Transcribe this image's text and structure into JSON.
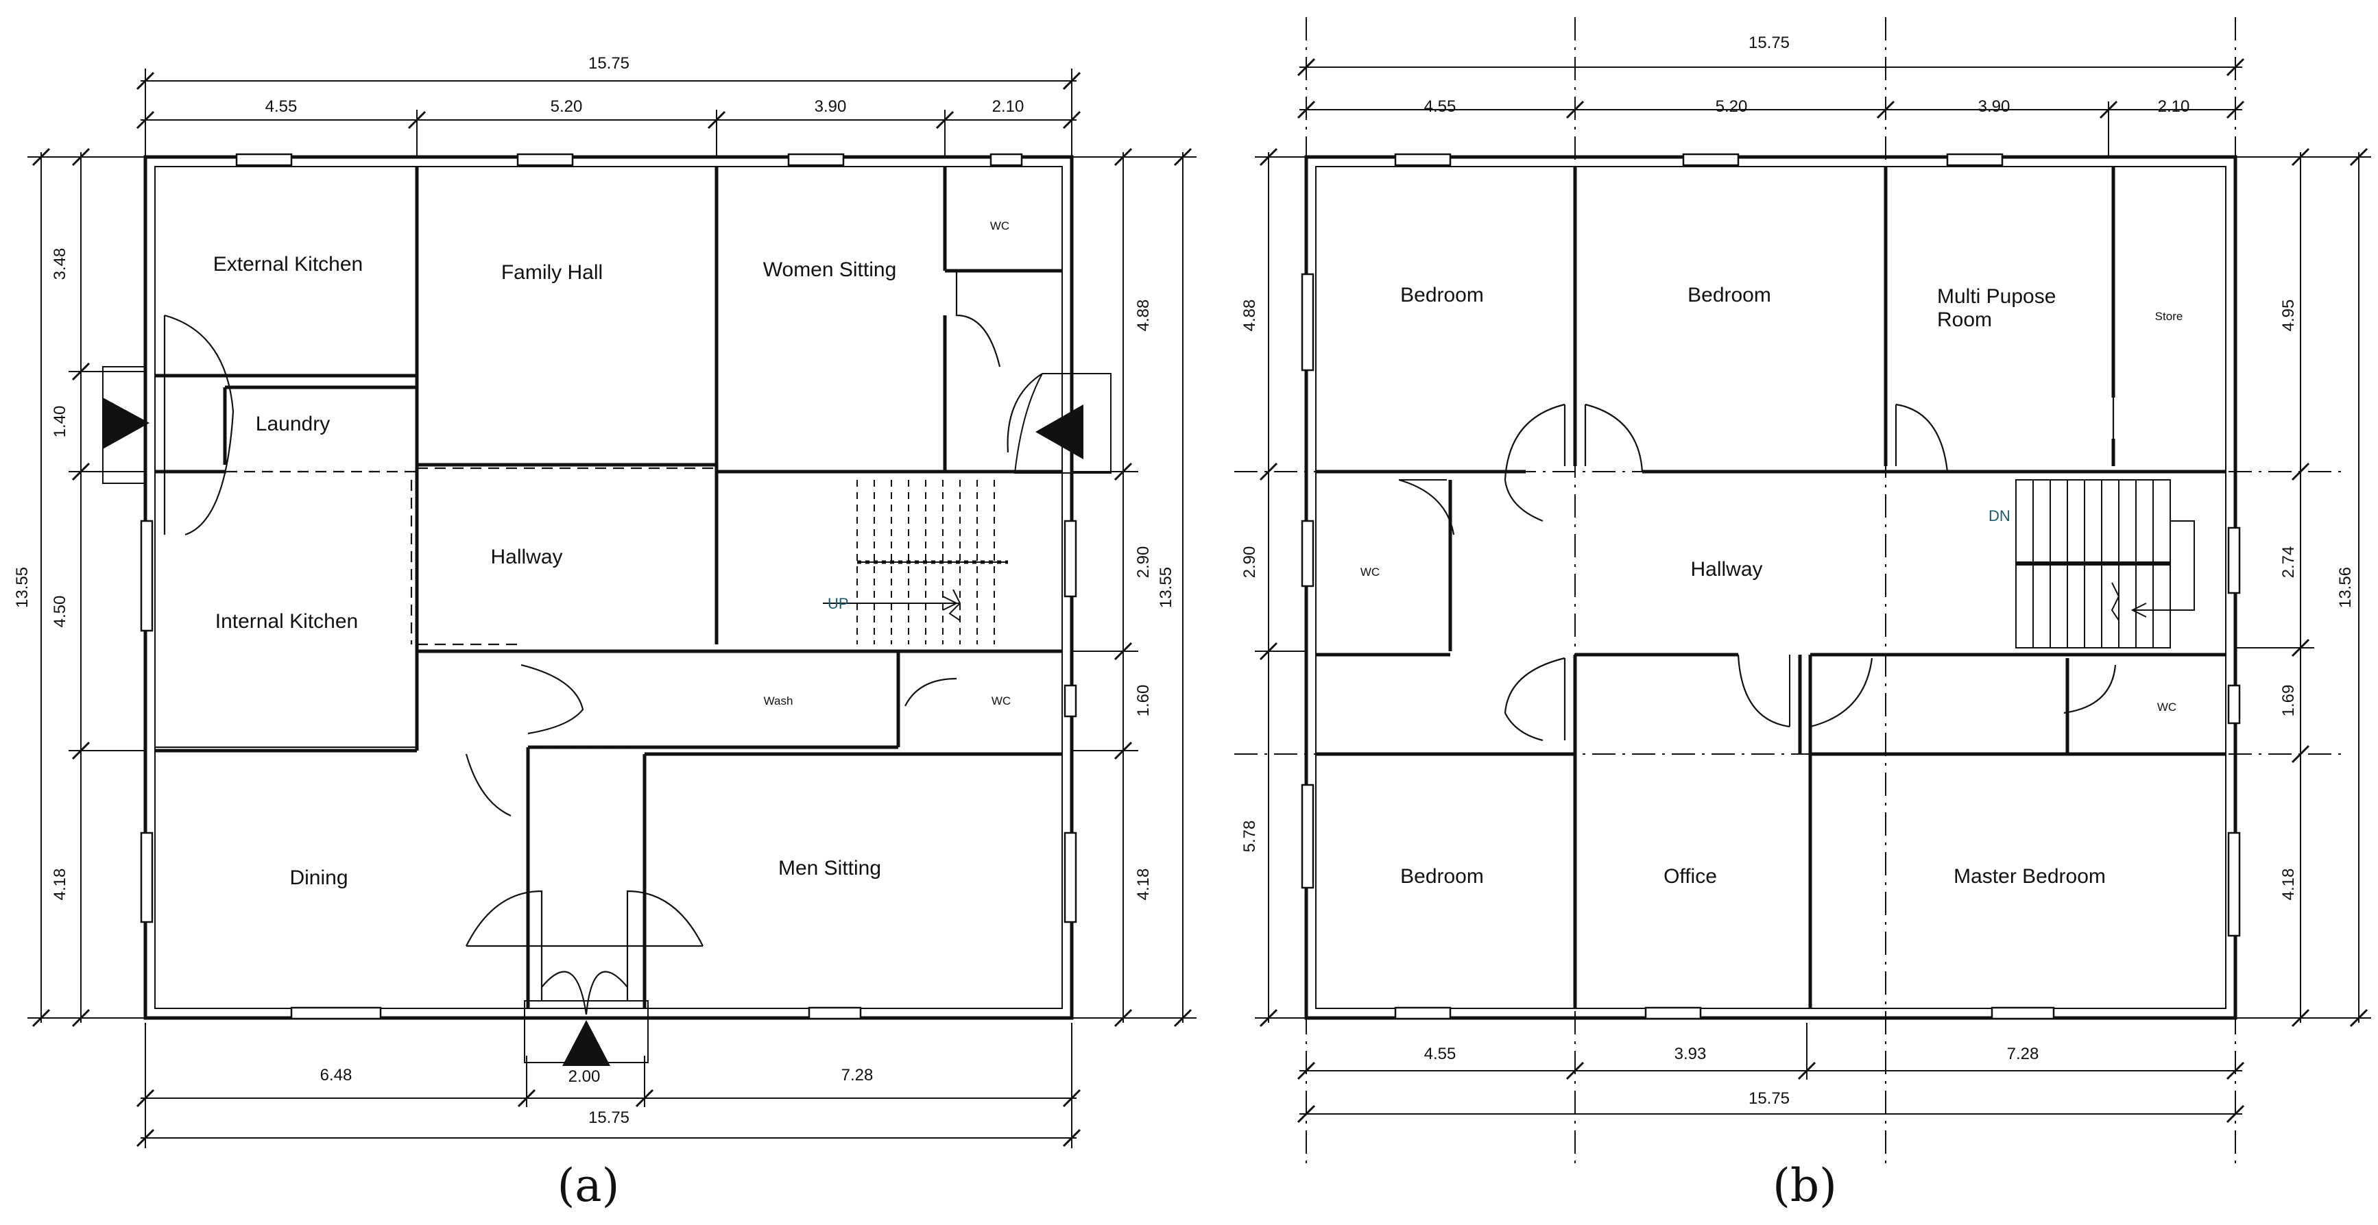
{
  "plans": {
    "a": {
      "caption": "(a)",
      "rooms": {
        "external_kitchen": "External Kitchen",
        "family_hall": "Family Hall",
        "women_sitting": "Women Sitting",
        "wc_top": "WC",
        "laundry": "Laundry",
        "hallway": "Hallway",
        "internal_kitchen": "Internal Kitchen",
        "wash": "Wash",
        "wc_mid": "WC",
        "dining": "Dining",
        "men_sitting": "Men Sitting"
      },
      "stair_label": "UP",
      "dims": {
        "top_total": "15.75",
        "top_1": "4.55",
        "top_2": "5.20",
        "top_3": "3.90",
        "top_4": "2.10",
        "left_1": "3.48",
        "left_2": "1.40",
        "left_3": "4.50",
        "left_4": "4.18",
        "left_total": "13.55",
        "right_1": "4.88",
        "right_2": "2.90",
        "right_3": "1.60",
        "right_4": "4.18",
        "right_total": "13.55",
        "bottom_1": "6.48",
        "bottom_2": "2.00",
        "bottom_3": "7.28",
        "bottom_total": "15.75"
      }
    },
    "b": {
      "caption": "(b)",
      "rooms": {
        "bedroom_1": "Bedroom",
        "bedroom_2": "Bedroom",
        "multi_purpose": "Multi Pupose",
        "multi_purpose_2": "Room",
        "store": "Store",
        "wc_left": "WC",
        "hallway": "Hallway",
        "wc_right": "WC",
        "bedroom_3": "Bedroom",
        "office": "Office",
        "master_bedroom": "Master Bedroom"
      },
      "stair_label": "DN",
      "dims": {
        "top_total": "15.75",
        "top_1": "4.55",
        "top_2": "5.20",
        "top_3": "3.90",
        "top_4": "2.10",
        "left_1": "4.88",
        "left_2": "2.90",
        "left_3": "5.78",
        "right_1": "4.95",
        "right_2": "2.74",
        "right_3": "1.69",
        "right_4": "4.18",
        "right_total": "13.56",
        "bottom_1": "4.55",
        "bottom_2": "3.93",
        "bottom_3": "7.28",
        "bottom_total": "15.75"
      }
    }
  }
}
